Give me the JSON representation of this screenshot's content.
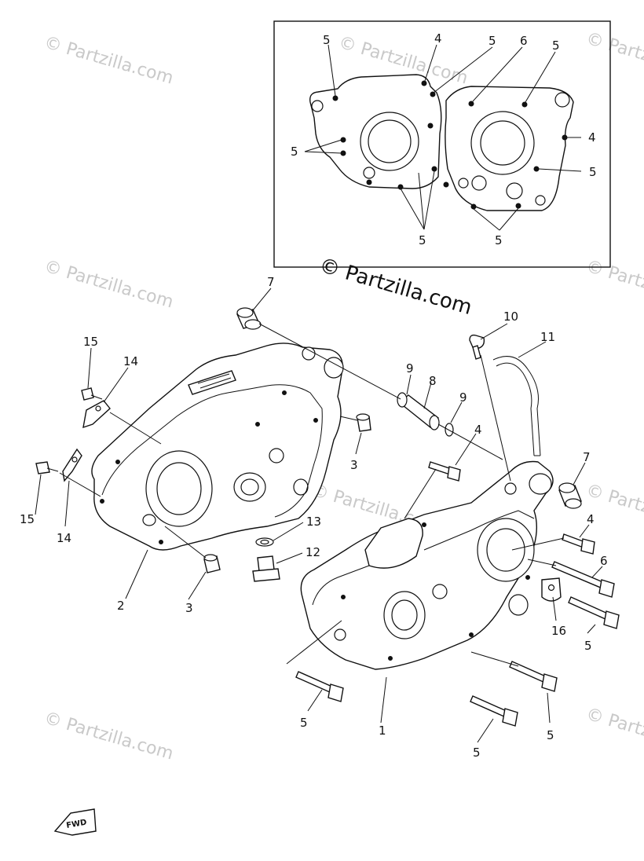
{
  "watermarks": {
    "main": "© Partzilla.com",
    "repeat": "© Partzilla.com"
  },
  "fwd_badge": "FWD",
  "callouts": [
    {
      "id": "inset-5a",
      "text": "5"
    },
    {
      "id": "inset-4a",
      "text": "4"
    },
    {
      "id": "inset-5b",
      "text": "5"
    },
    {
      "id": "inset-6",
      "text": "6"
    },
    {
      "id": "inset-5c",
      "text": "5"
    },
    {
      "id": "inset-5-left",
      "text": "5"
    },
    {
      "id": "inset-4b",
      "text": "4"
    },
    {
      "id": "inset-5-right",
      "text": "5"
    },
    {
      "id": "inset-5-bottom-mid",
      "text": "5"
    },
    {
      "id": "inset-5-bottom-right",
      "text": "5"
    },
    {
      "id": "p7-top",
      "text": "7"
    },
    {
      "id": "p15-top",
      "text": "15"
    },
    {
      "id": "p14-top",
      "text": "14"
    },
    {
      "id": "p15-left",
      "text": "15"
    },
    {
      "id": "p14-left",
      "text": "14"
    },
    {
      "id": "p2",
      "text": "2"
    },
    {
      "id": "p3-bottom",
      "text": "3"
    },
    {
      "id": "p3-mid",
      "text": "3"
    },
    {
      "id": "p9-a",
      "text": "9"
    },
    {
      "id": "p8",
      "text": "8"
    },
    {
      "id": "p9-b",
      "text": "9"
    },
    {
      "id": "p10",
      "text": "10"
    },
    {
      "id": "p11",
      "text": "11"
    },
    {
      "id": "p4-mid",
      "text": "4"
    },
    {
      "id": "p7-right",
      "text": "7"
    },
    {
      "id": "p4-right",
      "text": "4"
    },
    {
      "id": "p6",
      "text": "6"
    },
    {
      "id": "p16",
      "text": "16"
    },
    {
      "id": "p5-right",
      "text": "5"
    },
    {
      "id": "p13",
      "text": "13"
    },
    {
      "id": "p12",
      "text": "12"
    },
    {
      "id": "p5-bl",
      "text": "5"
    },
    {
      "id": "p1",
      "text": "1"
    },
    {
      "id": "p5-bm",
      "text": "5"
    },
    {
      "id": "p5-br",
      "text": "5"
    }
  ]
}
